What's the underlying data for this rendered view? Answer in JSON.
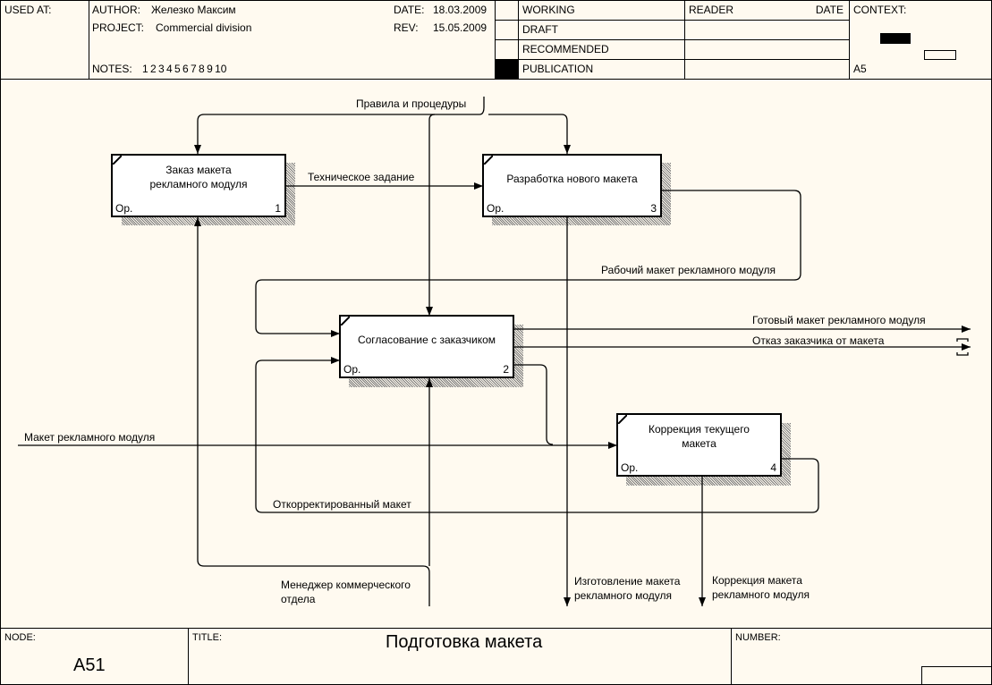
{
  "header": {
    "used_at_label": "USED AT:",
    "author_label": "AUTHOR:",
    "author_value": "Железко Максим",
    "project_label": "PROJECT:",
    "project_value": "Commercial division",
    "date_label": "DATE:",
    "date_value": "18.03.2009",
    "rev_label": "REV:",
    "rev_value": "15.05.2009",
    "notes_label": "NOTES:",
    "notes_values": "1  2  3  4  5  6  7  8  9  10",
    "status": [
      "WORKING",
      "DRAFT",
      "RECOMMENDED",
      "PUBLICATION"
    ],
    "status_selected": "PUBLICATION",
    "reader_label": "READER",
    "reader_date_label": "DATE",
    "context_label": "CONTEXT:",
    "context_node": "A5"
  },
  "diagram": {
    "activities": [
      {
        "id": 1,
        "name": "Заказ макета\nрекламного модуля",
        "op": "Ор.",
        "number": "1"
      },
      {
        "id": 2,
        "name": "Согласование с заказчиком",
        "op": "Ор.",
        "number": "2"
      },
      {
        "id": 3,
        "name": "Разработка нового макета",
        "op": "Ор.",
        "number": "3"
      },
      {
        "id": 4,
        "name": "Коррекция текущего\nмакета",
        "op": "Ор.",
        "number": "4"
      }
    ],
    "arrows": {
      "rules": "Правила и процедуры",
      "spec": "Техническое задание",
      "working_model": "Рабочий макет рекламного модуля",
      "ready_model": "Готовый макет рекламного модуля",
      "rejection": "Отказ заказчика от макета",
      "input_model": "Макет рекламного модуля",
      "corrected_model": "Откорректированный макет",
      "manager": "Менеджер коммерческого\nотдела",
      "make_model": "Изготовление макета\nрекламного модуля",
      "correct_model": "Коррекция макета\nрекламного модуля"
    }
  },
  "footer": {
    "node_label": "NODE:",
    "node_value": "A51",
    "title_label": "TITLE:",
    "title_value": "Подготовка макета",
    "number_label": "NUMBER:"
  }
}
